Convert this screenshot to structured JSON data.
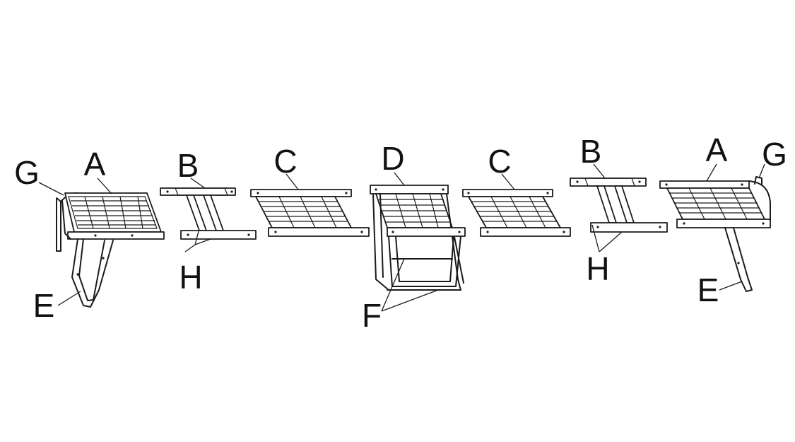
{
  "diagram": {
    "labels": {
      "g_left": "G",
      "a_left": "A",
      "e_left": "E",
      "b_left": "B",
      "h_left": "H",
      "c_left": "C",
      "d_center": "D",
      "f_center": "F",
      "c_right": "C",
      "b_right": "B",
      "h_right": "H",
      "a_right": "A",
      "g_right": "G",
      "e_right": "E"
    }
  }
}
